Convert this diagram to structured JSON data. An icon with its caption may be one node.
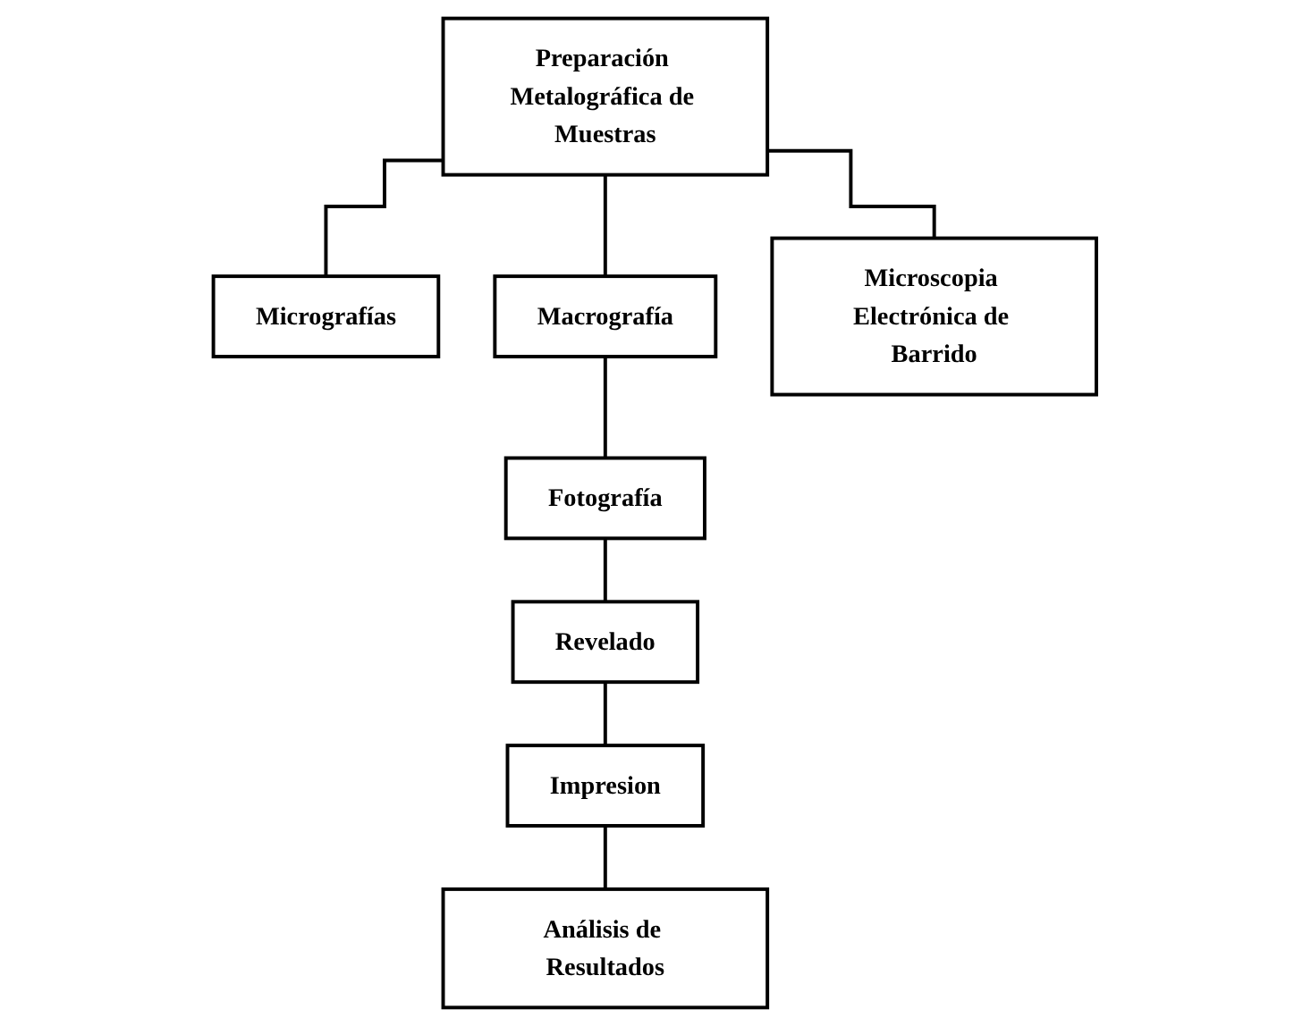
{
  "diagram": {
    "nodes": [
      {
        "text": [
          "Preparación Metalográfica de Muestras"
        ]
      },
      {
        "text": [
          "Micrografías"
        ]
      },
      {
        "text": [
          "Macrografía"
        ]
      },
      {
        "text": [
          "Microscopia Electrónica de Barrido"
        ]
      },
      {
        "text": [
          "Fotografía"
        ]
      },
      {
        "text": [
          "Revelado"
        ]
      },
      {
        "text": [
          "Impresion"
        ]
      },
      {
        "text": [
          "Análisis de Resultados"
        ]
      }
    ],
    "edges": [
      {
        "from": 0,
        "to": 1,
        "arrow": "none"
      },
      {
        "from": 0,
        "to": 2,
        "arrow": "none"
      },
      {
        "from": 0,
        "to": 3,
        "arrow": "none"
      },
      {
        "from": 2,
        "to": 4,
        "arrow": "none"
      },
      {
        "from": 4,
        "to": 5,
        "arrow": "none"
      },
      {
        "from": 5,
        "to": 6,
        "arrow": "none"
      },
      {
        "from": 6,
        "to": 7,
        "arrow": "none"
      }
    ]
  }
}
